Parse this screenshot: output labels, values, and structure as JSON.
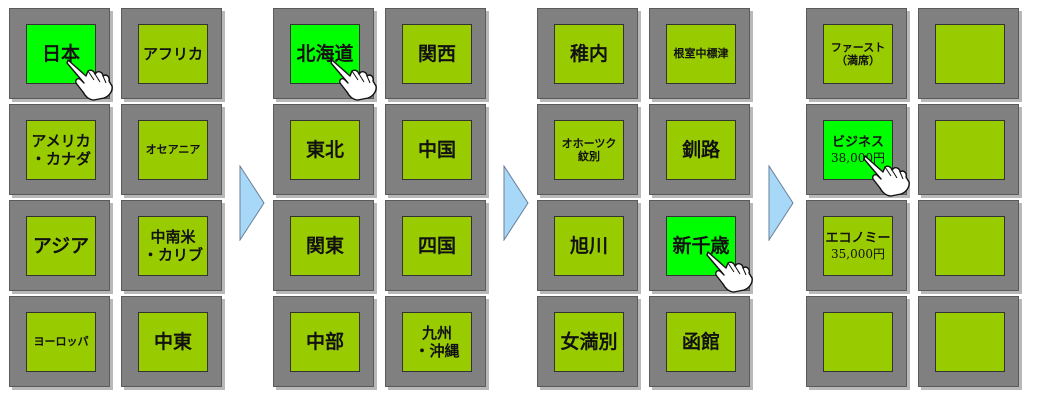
{
  "screens": [
    {
      "id": "region",
      "buttons": [
        [
          "日本",
          "アフリカ"
        ],
        [
          "アメリカ\n・カナダ",
          "オセアニア"
        ],
        [
          "アジア",
          "中南米\n・カリブ"
        ],
        [
          "ヨーロッパ",
          "中東"
        ]
      ],
      "selected": [
        0,
        0
      ]
    },
    {
      "id": "area",
      "buttons": [
        [
          "北海道",
          "関西"
        ],
        [
          "東北",
          "中国"
        ],
        [
          "関東",
          "四国"
        ],
        [
          "中部",
          "九州\n・沖縄"
        ]
      ],
      "selected": [
        0,
        0
      ]
    },
    {
      "id": "airport",
      "buttons": [
        [
          "稚内",
          "根室中標津"
        ],
        [
          "オホーツク\n紋別",
          "釧路"
        ],
        [
          "旭川",
          "新千歳"
        ],
        [
          "女満別",
          "函館"
        ]
      ],
      "selected": [
        2,
        1
      ]
    },
    {
      "id": "seat",
      "buttons": [
        [
          "ファースト\n（満席）",
          ""
        ],
        [
          "ビジネス\n38,000円",
          ""
        ],
        [
          "エコノミー\n35,000円",
          ""
        ],
        [
          "",
          ""
        ]
      ],
      "selected": [
        1,
        0
      ]
    }
  ],
  "icons": {
    "arrow": "chevron-right-icon",
    "pointer": "pointing-hand-icon"
  },
  "colors": {
    "button": "#99cc00",
    "button_selected": "#00ff00",
    "cell": "#808080",
    "arrow": "#a8d8f8"
  }
}
